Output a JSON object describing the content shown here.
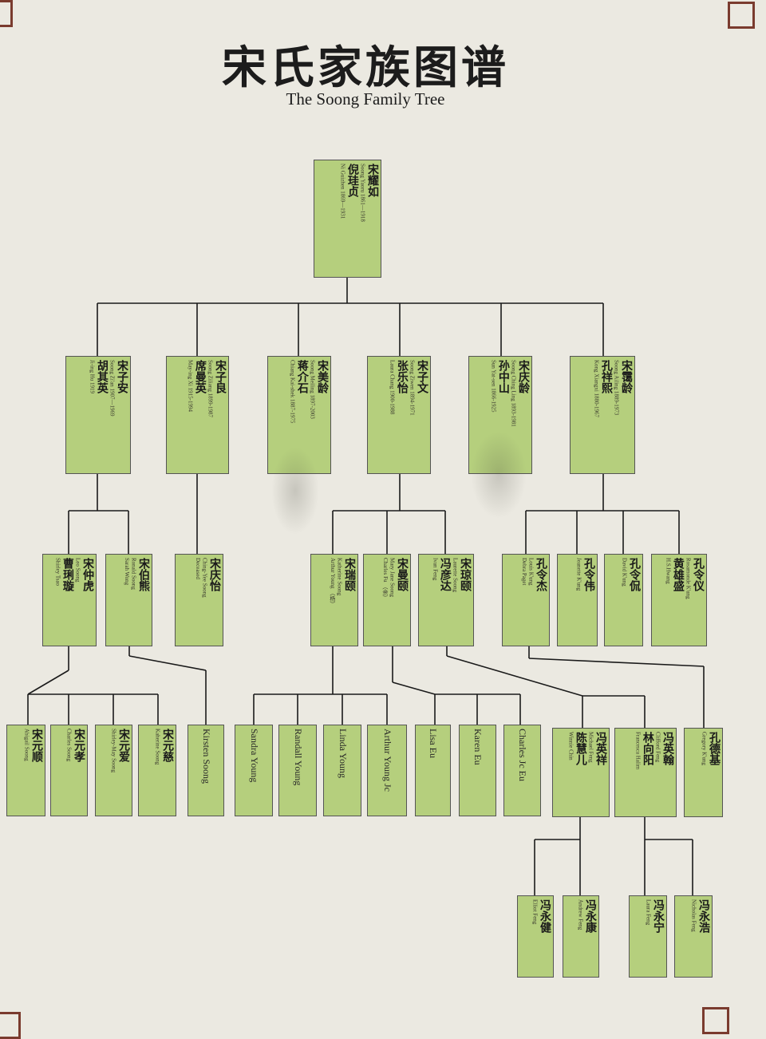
{
  "header": {
    "title_cn": "宋氏家族图谱",
    "title_en": "The Soong Family Tree"
  },
  "colors": {
    "box_fill": "#b5cf7d",
    "line": "#1a1a1a",
    "frame": "#7a3b2e"
  },
  "people": [
    {
      "id": "root",
      "lines": [
        {
          "t": "宋耀如",
          "s": "cn"
        },
        {
          "t": "Soong Yaoru 1861—1918",
          "s": "en"
        },
        {
          "t": "倪珪贞",
          "s": "cn"
        },
        {
          "t": "Ni Guizhen 1869—1931",
          "s": "en"
        }
      ]
    },
    {
      "id": "ziwan",
      "lines": [
        {
          "t": "宋子安",
          "s": "cn"
        },
        {
          "t": "Soong Zi'an 1907—1969",
          "s": "en"
        },
        {
          "t": "胡其英",
          "s": "cn"
        },
        {
          "t": "Ji-ing Hu 1919",
          "s": "en"
        }
      ]
    },
    {
      "id": "ziliang",
      "lines": [
        {
          "t": "宋子良",
          "s": "cn"
        },
        {
          "t": "Soong Ziliang 1899-1987",
          "s": "en"
        },
        {
          "t": "席曼英",
          "s": "cn"
        },
        {
          "t": "May-ing Xi 1915-1994",
          "s": "en"
        }
      ]
    },
    {
      "id": "meiling",
      "lines": [
        {
          "t": "宋美龄",
          "s": "cn"
        },
        {
          "t": "Soong Meiling 1897-2003",
          "s": "en"
        },
        {
          "t": "蒋介石",
          "s": "cn"
        },
        {
          "t": "Chiang Kai-shek 1887-1975",
          "s": "en"
        }
      ]
    },
    {
      "id": "ziwen",
      "lines": [
        {
          "t": "宋子文",
          "s": "cn"
        },
        {
          "t": "Soong Ziwen 1894-1971",
          "s": "en"
        },
        {
          "t": "张乐怡",
          "s": "cn"
        },
        {
          "t": "Laura Chang 1900-1988",
          "s": "en"
        }
      ]
    },
    {
      "id": "qingling",
      "lines": [
        {
          "t": "宋庆龄",
          "s": "cn"
        },
        {
          "t": "Soong Ching Ling 1893-1981",
          "s": "en"
        },
        {
          "t": "孙中山",
          "s": "cn"
        },
        {
          "t": "Sun Yat-sen 1866-1925",
          "s": "en"
        }
      ]
    },
    {
      "id": "ailing",
      "lines": [
        {
          "t": "宋霭龄",
          "s": "cn"
        },
        {
          "t": "Soong Ailing 1889-1973",
          "s": "en"
        },
        {
          "t": "孔祥熙",
          "s": "cn"
        },
        {
          "t": "Kong Xiangxi 1880-1967",
          "s": "en"
        }
      ]
    },
    {
      "id": "zhonghu",
      "lines": [
        {
          "t": "宋仲虎",
          "s": "cn"
        },
        {
          "t": "Leo Soong",
          "s": "en"
        },
        {
          "t": "曹琍璇",
          "s": "cn"
        },
        {
          "t": "Shirley Tsao",
          "s": "en"
        }
      ]
    },
    {
      "id": "boxiong",
      "lines": [
        {
          "t": "宋伯熊",
          "s": "cn"
        },
        {
          "t": "Ronald Soong",
          "s": "en"
        },
        {
          "t": "Sarah Wong",
          "s": "en"
        }
      ]
    },
    {
      "id": "qingyi",
      "lines": [
        {
          "t": "宋庆怡",
          "s": "cn"
        },
        {
          "t": "Ching-Yee Soong",
          "s": "en"
        },
        {
          "t": "Deceased",
          "s": "en"
        }
      ]
    },
    {
      "id": "ruiyi",
      "lines": [
        {
          "t": "宋瑞颐",
          "s": "cn"
        },
        {
          "t": "Katherine Soong",
          "s": "en"
        },
        {
          "t": "Arthur Young （杨）",
          "s": "en"
        }
      ]
    },
    {
      "id": "manyi",
      "lines": [
        {
          "t": "宋曼颐",
          "s": "cn"
        },
        {
          "t": "Mary Jane Soong",
          "s": "en"
        },
        {
          "t": "Charles Fu （余）",
          "s": "en"
        }
      ]
    },
    {
      "id": "qiongyi",
      "lines": [
        {
          "t": "宋琼颐",
          "s": "cn"
        },
        {
          "t": "Laurette Soong",
          "s": "en"
        },
        {
          "t": "冯彦达",
          "s": "cn"
        },
        {
          "t": "Ivan Feng",
          "s": "en"
        }
      ]
    },
    {
      "id": "lingjie",
      "lines": [
        {
          "t": "孔令杰",
          "s": "cn"
        },
        {
          "t": "Louis K'ung",
          "s": "en"
        },
        {
          "t": "Debra Paget",
          "s": "en"
        }
      ]
    },
    {
      "id": "lingwei",
      "lines": [
        {
          "t": "孔令伟",
          "s": "cn"
        },
        {
          "t": "Jeanette K'ung",
          "s": "en"
        }
      ]
    },
    {
      "id": "lingkan",
      "lines": [
        {
          "t": "孔令侃",
          "s": "cn"
        },
        {
          "t": "David K'ung",
          "s": "en"
        }
      ]
    },
    {
      "id": "lingyi",
      "lines": [
        {
          "t": "孔令仪",
          "s": "cn"
        },
        {
          "t": "Rosamonde K'ung",
          "s": "en"
        },
        {
          "t": "黄雄盛",
          "s": "cn"
        },
        {
          "t": "H.S.Hwang",
          "s": "en"
        }
      ]
    },
    {
      "id": "yuanshun",
      "lines": [
        {
          "t": "宋元顺",
          "s": "cn"
        },
        {
          "t": "Abigail Soong",
          "s": "en"
        }
      ]
    },
    {
      "id": "yuanxiao",
      "lines": [
        {
          "t": "宋元孝",
          "s": "cn"
        },
        {
          "t": "Charles Soong",
          "s": "en"
        }
      ]
    },
    {
      "id": "yuanai",
      "lines": [
        {
          "t": "宋元爱",
          "s": "cn"
        },
        {
          "t": "Shirley-May Soong",
          "s": "en"
        }
      ]
    },
    {
      "id": "yuanci",
      "lines": [
        {
          "t": "宋元慈",
          "s": "cn"
        },
        {
          "t": "Kaherine Soong",
          "s": "en"
        }
      ]
    },
    {
      "id": "kirsten",
      "lines": [
        {
          "t": "Kirsten Soong",
          "s": "en-big"
        }
      ]
    },
    {
      "id": "sandra",
      "lines": [
        {
          "t": "Sandra Young",
          "s": "en-big"
        }
      ]
    },
    {
      "id": "randall",
      "lines": [
        {
          "t": "Randall Young",
          "s": "en-big"
        }
      ]
    },
    {
      "id": "linda",
      "lines": [
        {
          "t": "Linda Young",
          "s": "en-big"
        }
      ]
    },
    {
      "id": "arthurjr",
      "lines": [
        {
          "t": "Arthur Young Jc",
          "s": "en-big"
        }
      ]
    },
    {
      "id": "lisa",
      "lines": [
        {
          "t": "Lisa Eu",
          "s": "en-big"
        }
      ]
    },
    {
      "id": "karen",
      "lines": [
        {
          "t": "Karen Eu",
          "s": "en-big"
        }
      ]
    },
    {
      "id": "charlesjr",
      "lines": [
        {
          "t": "Charles Jc Eu",
          "s": "en-big"
        }
      ]
    },
    {
      "id": "yingxiang",
      "lines": [
        {
          "t": "冯英祥",
          "s": "cn"
        },
        {
          "t": "Michael Feng",
          "s": "en"
        },
        {
          "t": "陈慧儿",
          "s": "cn"
        },
        {
          "t": "Winnie Chin",
          "s": "en"
        }
      ]
    },
    {
      "id": "yinghan",
      "lines": [
        {
          "t": "冯英翰",
          "s": "cn"
        },
        {
          "t": "Clifford Feng",
          "s": "en"
        },
        {
          "t": "林向阳",
          "s": "cn"
        },
        {
          "t": "Francesca Halim",
          "s": "en"
        }
      ]
    },
    {
      "id": "deji",
      "lines": [
        {
          "t": "孔德基",
          "s": "cn"
        },
        {
          "t": "Gregory K'ung",
          "s": "en"
        }
      ]
    },
    {
      "id": "yongjian",
      "lines": [
        {
          "t": "冯永健",
          "s": "cn"
        },
        {
          "t": "Elliot Feng",
          "s": "en"
        }
      ]
    },
    {
      "id": "yongkang",
      "lines": [
        {
          "t": "冯永康",
          "s": "cn"
        },
        {
          "t": "Andrew Feng",
          "s": "en"
        }
      ]
    },
    {
      "id": "yongning",
      "lines": [
        {
          "t": "冯永宁",
          "s": "cn"
        },
        {
          "t": "Laura Feng",
          "s": "en"
        }
      ]
    },
    {
      "id": "yonghao",
      "lines": [
        {
          "t": "冯永浩",
          "s": "cn"
        },
        {
          "t": "Nicholas Feng",
          "s": "en"
        }
      ]
    }
  ]
}
